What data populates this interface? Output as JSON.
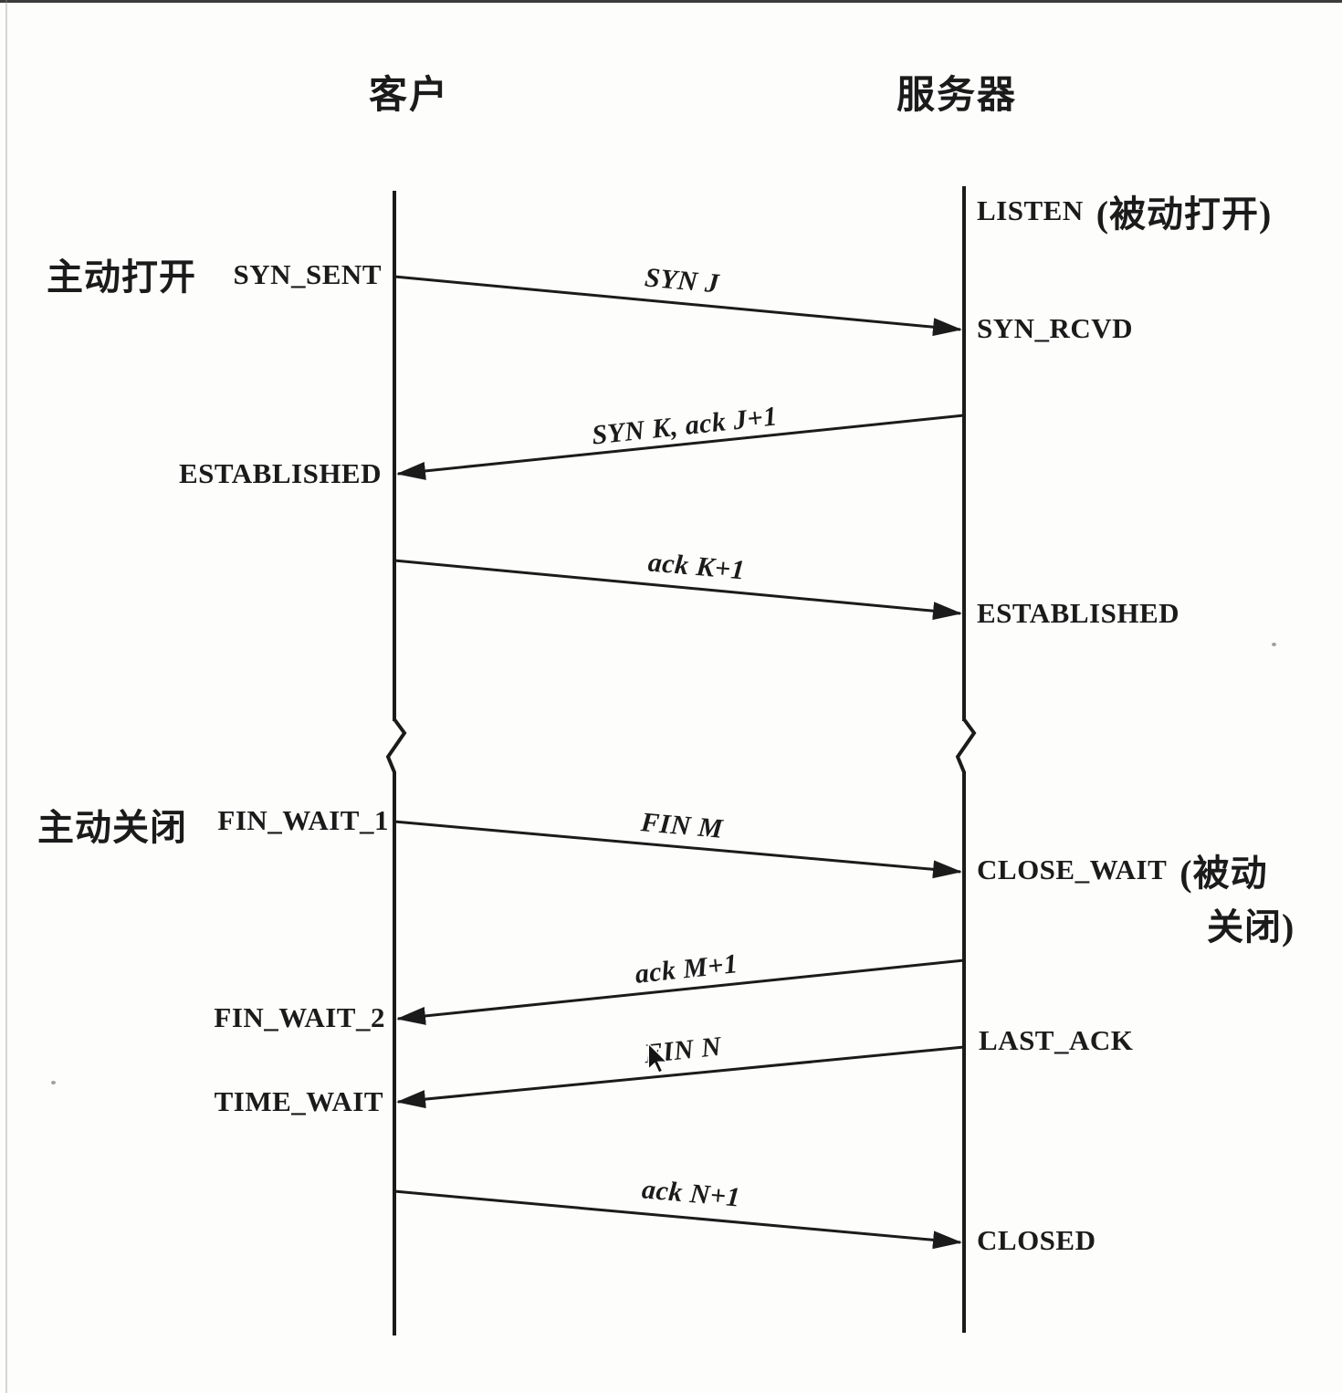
{
  "header": {
    "client": "客户",
    "server": "服务器"
  },
  "client": {
    "active_open": "主动打开",
    "syn_sent": "SYN_SENT",
    "established": "ESTABLISHED",
    "active_close": "主动关闭",
    "fin_wait_1": "FIN_WAIT_1",
    "fin_wait_2": "FIN_WAIT_2",
    "time_wait": "TIME_WAIT"
  },
  "server": {
    "listen": "LISTEN",
    "passive_open": "(被动打开)",
    "syn_rcvd": "SYN_RCVD",
    "established": "ESTABLISHED",
    "close_wait": "CLOSE_WAIT",
    "passive_close_line1": "(被动",
    "passive_close_line2": "关闭)",
    "last_ack": "LAST_ACK",
    "closed": "CLOSED"
  },
  "messages": {
    "syn": "SYN J",
    "synack": "SYN K, ack J+1",
    "ack": "ack K+1",
    "fin1": "FIN M",
    "ack_fin1": "ack M+1",
    "fin2": "FIN N",
    "ack_fin2": "ack N+1"
  },
  "colors": {
    "ink": "#1b1b1b",
    "background": "#fdfdfc"
  }
}
